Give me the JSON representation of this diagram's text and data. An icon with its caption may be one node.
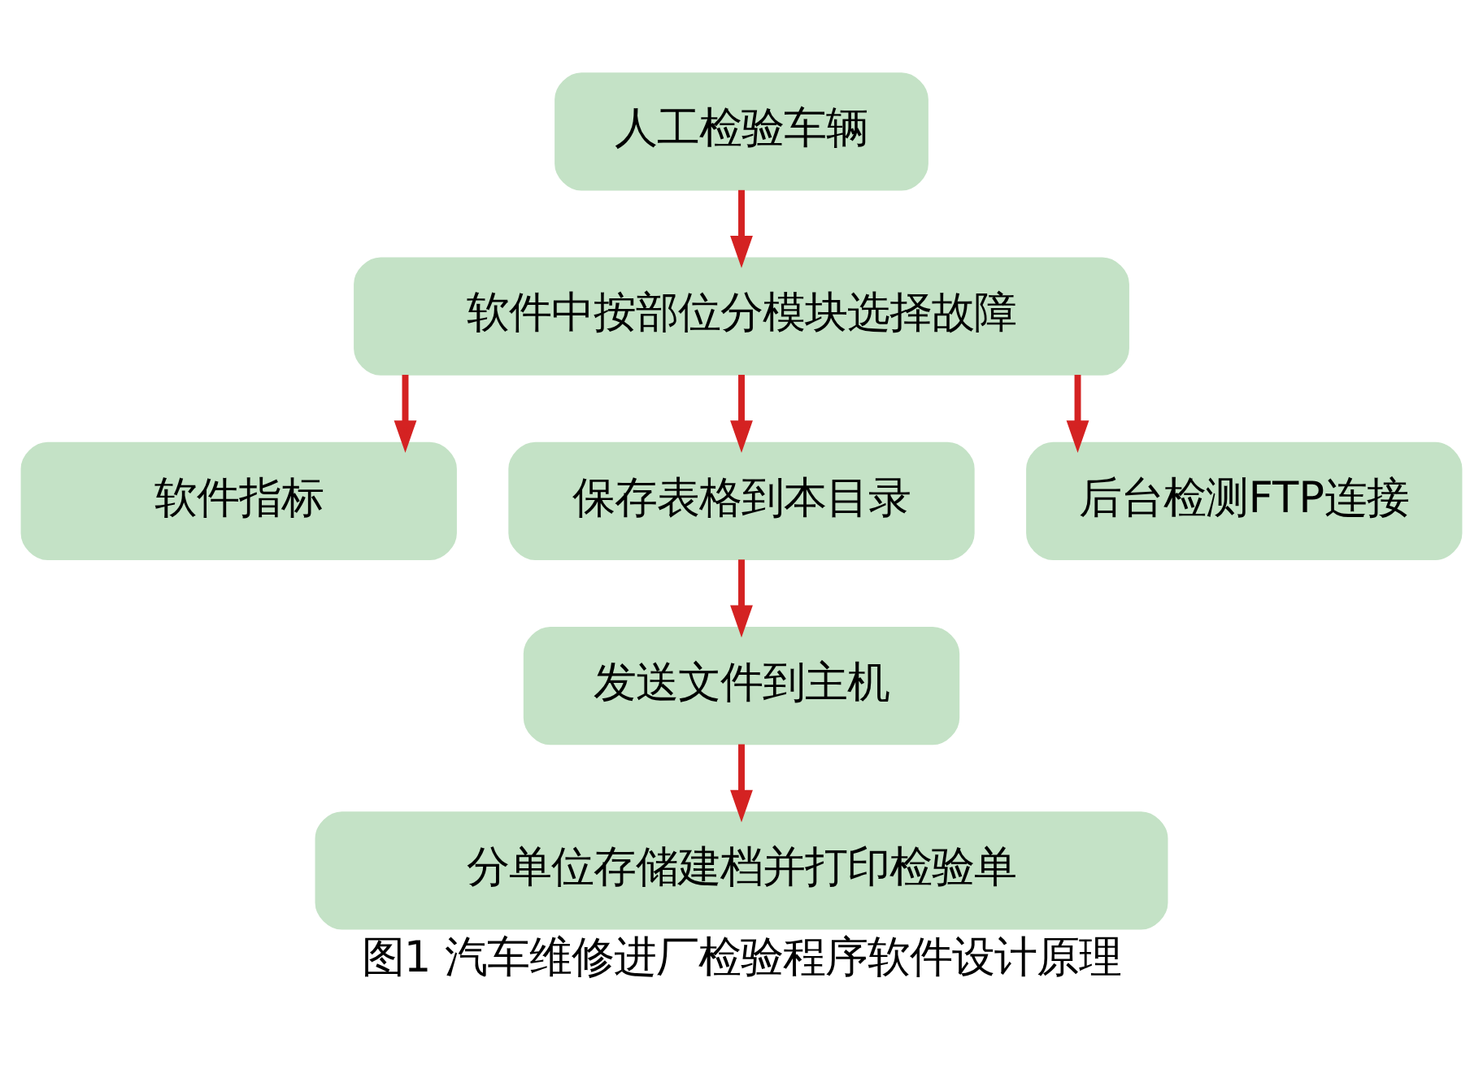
{
  "diagram": {
    "caption": "图1 汽车维修进厂检验程序软件设计原理",
    "nodes": [
      {
        "text": [
          "人工检验车辆"
        ]
      },
      {
        "text": [
          "软件中按部位分模块选择故障"
        ]
      },
      {
        "text": [
          "软件指标"
        ]
      },
      {
        "text": [
          "保存表格到本目录"
        ]
      },
      {
        "text": [
          "后台检测FTP连接"
        ]
      },
      {
        "text": [
          "发送文件到主机"
        ]
      },
      {
        "text": [
          "分单位存储建档并打印检验单"
        ]
      }
    ],
    "edges": [
      {
        "from": 0,
        "to": 1,
        "arrow": "to"
      },
      {
        "from": 1,
        "to": 2,
        "arrow": "to"
      },
      {
        "from": 1,
        "to": 3,
        "arrow": "to"
      },
      {
        "from": 1,
        "to": 4,
        "arrow": "to"
      },
      {
        "from": 3,
        "to": 5,
        "arrow": "to"
      },
      {
        "from": 5,
        "to": 6,
        "arrow": "to"
      }
    ]
  }
}
